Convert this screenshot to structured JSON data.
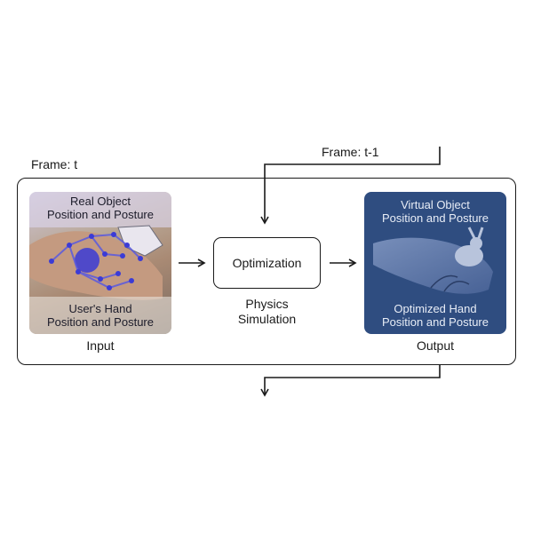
{
  "frame_label": "Frame: t",
  "prev_frame_label": "Frame: t-1",
  "input_panel": {
    "top_text_line1": "Real Object",
    "top_text_line2": "Position and Posture",
    "bottom_text_line1": "User's Hand",
    "bottom_text_line2": "Position and Posture",
    "caption": "Input"
  },
  "optimization": {
    "box_label": "Optimization",
    "sub_label_line1": "Physics",
    "sub_label_line2": "Simulation"
  },
  "output_panel": {
    "top_text_line1": "Virtual Object",
    "top_text_line2": "Position and Posture",
    "bottom_text_line1": "Optimized Hand",
    "bottom_text_line2": "Position and Posture",
    "caption": "Output"
  },
  "colors": {
    "output_bg": "#2f4d80",
    "line": "#1a1a1a",
    "joint": "#3b3bd6"
  },
  "icons": [
    "hand-photo-image",
    "virtual-hand-rabbit-image",
    "arrow-right-icon",
    "arrow-down-icon"
  ]
}
